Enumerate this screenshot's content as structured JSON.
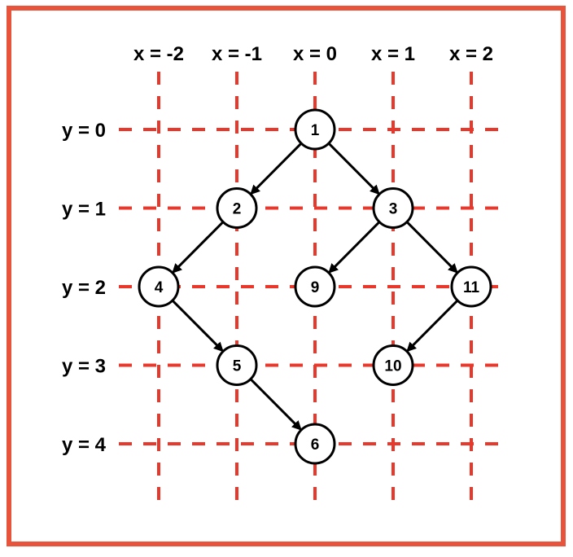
{
  "colors": {
    "border": "#e8533b",
    "grid": "#e8382b",
    "node_stroke": "#000000",
    "edge": "#000000",
    "node_fill": "#ffffff"
  },
  "x_labels": [
    "x = -2",
    "x = -1",
    "x = 0",
    "x = 1",
    "x = 2"
  ],
  "y_labels": [
    "y = 0",
    "y = 1",
    "y = 2",
    "y = 3",
    "y = 4"
  ],
  "nodes": [
    {
      "id": "1",
      "label": "1",
      "gx": 0,
      "gy": 0
    },
    {
      "id": "2",
      "label": "2",
      "gx": -1,
      "gy": 1
    },
    {
      "id": "3",
      "label": "3",
      "gx": 1,
      "gy": 1
    },
    {
      "id": "4",
      "label": "4",
      "gx": -2,
      "gy": 2
    },
    {
      "id": "9",
      "label": "9",
      "gx": 0,
      "gy": 2
    },
    {
      "id": "11",
      "label": "11",
      "gx": 2,
      "gy": 2
    },
    {
      "id": "5",
      "label": "5",
      "gx": -1,
      "gy": 3
    },
    {
      "id": "10",
      "label": "10",
      "gx": 1,
      "gy": 3
    },
    {
      "id": "6",
      "label": "6",
      "gx": 0,
      "gy": 4
    }
  ],
  "edges": [
    [
      "1",
      "2"
    ],
    [
      "1",
      "3"
    ],
    [
      "2",
      "4"
    ],
    [
      "3",
      "9"
    ],
    [
      "3",
      "11"
    ],
    [
      "4",
      "5"
    ],
    [
      "11",
      "10"
    ],
    [
      "5",
      "6"
    ]
  ]
}
